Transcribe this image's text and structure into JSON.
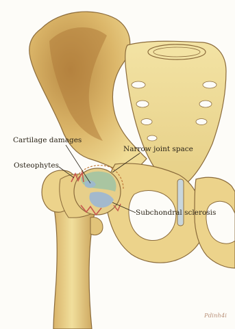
{
  "illustration": {
    "subject": "Hip joint osteoarthritis",
    "palette": {
      "bone_fill": "#eed88f",
      "bone_shade": "#c99a4e",
      "bone_outline": "#8a6a3a",
      "joint_cartilage": "#9ec3a4",
      "sclerosis_blue": "#9bb6d4",
      "osteophyte_red": "#c8564e"
    }
  },
  "labels": {
    "cartilage_damages": "Cartilage damages",
    "osteophytes": "Osteophytes",
    "narrow_joint_space": "Narrow joint space",
    "subchondral_sclerosis": "Subchondral sclerosis"
  },
  "signature": "Pdinh4i"
}
